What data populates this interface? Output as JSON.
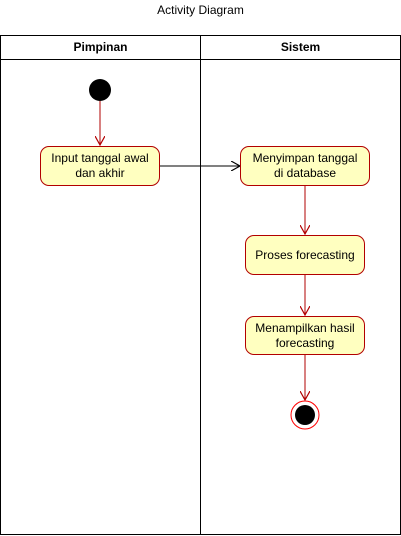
{
  "diagram": {
    "title": "Activity Diagram",
    "lanes": [
      {
        "name": "Pimpinan"
      },
      {
        "name": "Sistem"
      }
    ],
    "nodes": {
      "input": "Input tanggal awal dan akhir",
      "simpan": "Menyimpan tanggal di database",
      "proses": "Proses forecasting",
      "tampil": "Menampilkan hasil forecasting"
    },
    "colors": {
      "node_fill": "#ffffc0",
      "node_stroke": "#b20000",
      "arrow_red": "#b20000",
      "arrow_black": "#000000",
      "start_fill": "#000000",
      "end_ring": "#ff0000"
    }
  }
}
